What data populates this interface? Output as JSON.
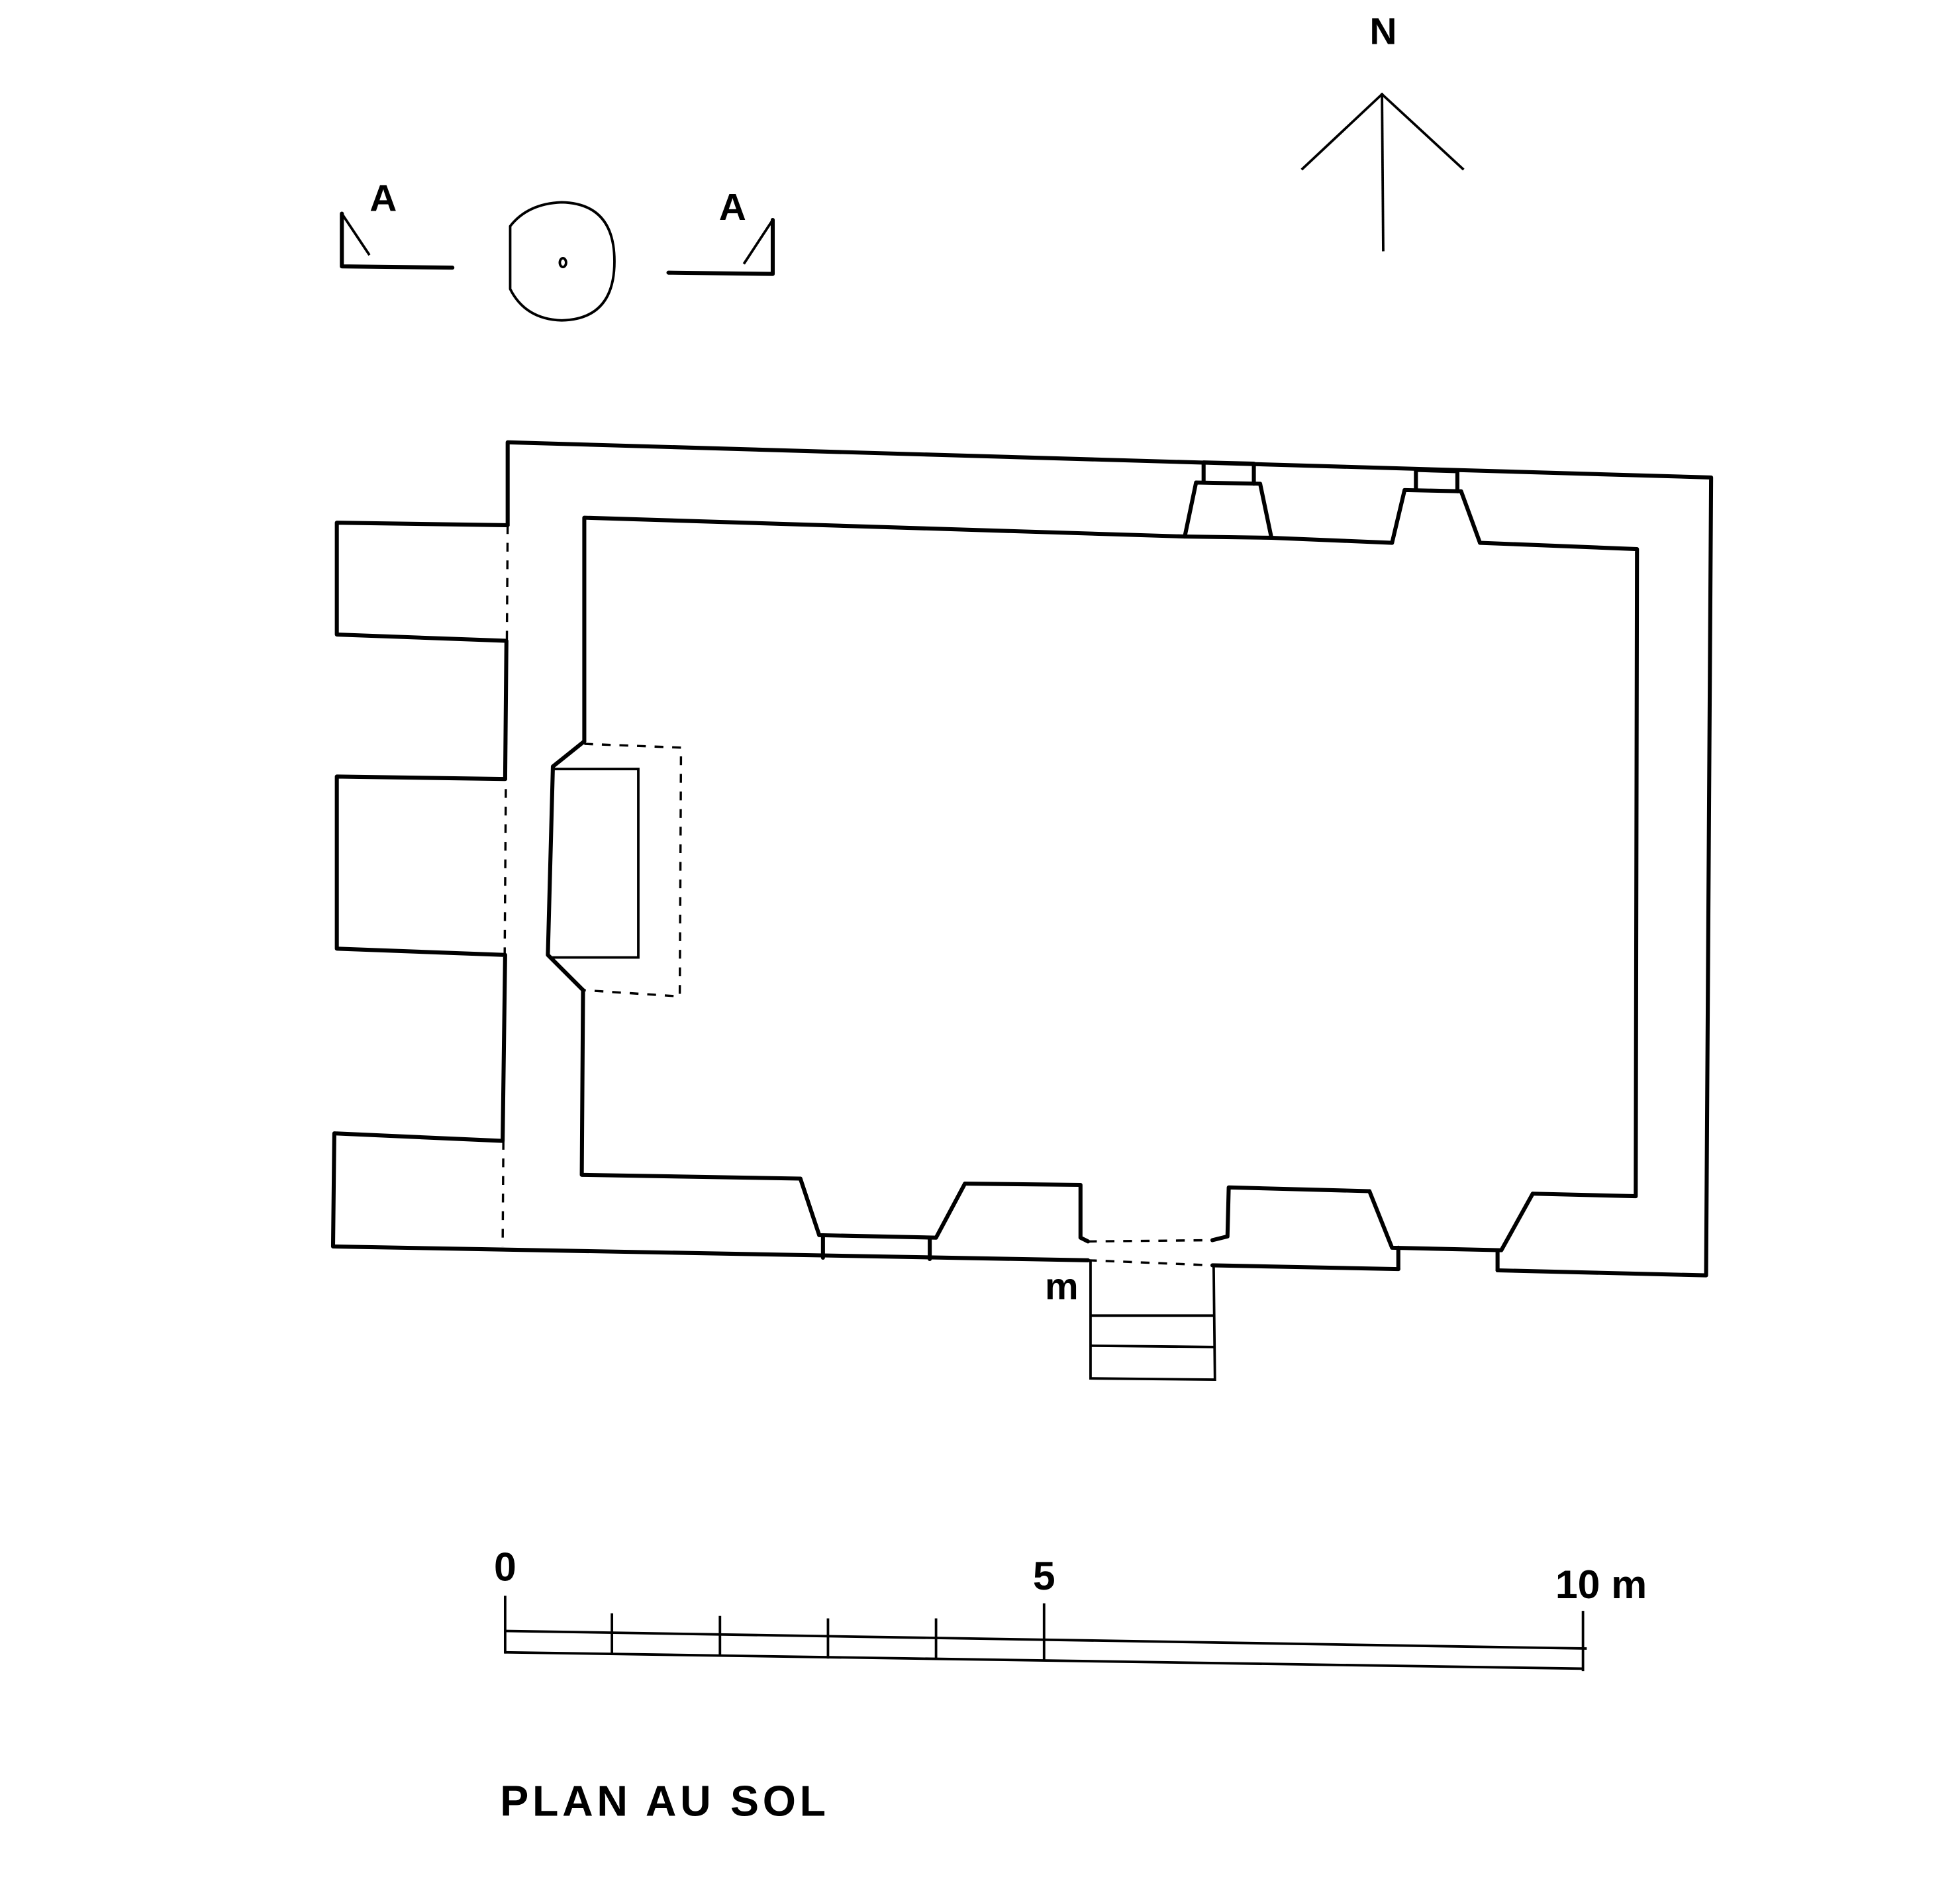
{
  "north_label": "N",
  "section_labels": {
    "left": "A",
    "right": "A"
  },
  "marker_label": "m",
  "scale_bar": {
    "labels": [
      "0",
      "5",
      "10 m"
    ],
    "units": "m",
    "max": 10,
    "minor_ticks": 5
  },
  "title": "PLAN AU SOL",
  "colors": {
    "ink": "#000000",
    "paper": "#ffffff"
  }
}
